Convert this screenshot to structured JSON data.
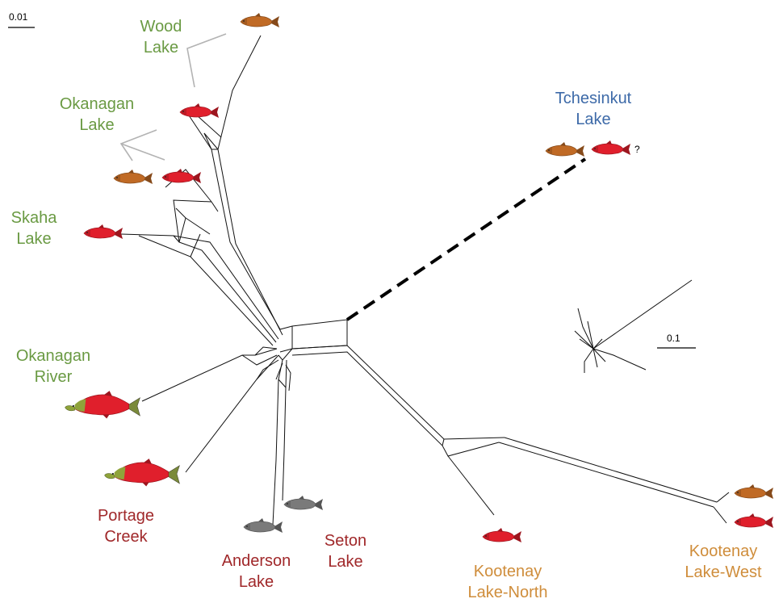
{
  "colors": {
    "green": "#6a9a43",
    "blue": "#3d6aa8",
    "darkred": "#a0282a",
    "orange": "#cf8d3b",
    "red_fish": "#e01f2c",
    "brown_fish": "#c06a25",
    "gray_fish": "#7a7a7a"
  },
  "scale_bars": {
    "main": "0.01",
    "inset": "0.1"
  },
  "unknown_marker": "?",
  "labels": [
    {
      "id": "wood",
      "lines": [
        "Wood",
        "Lake"
      ],
      "color": "green"
    },
    {
      "id": "okanagan-lake",
      "lines": [
        "Okanagan",
        "Lake"
      ],
      "color": "green"
    },
    {
      "id": "skaha",
      "lines": [
        "Skaha",
        "Lake"
      ],
      "color": "green"
    },
    {
      "id": "okanagan-river",
      "lines": [
        "Okanagan",
        "River"
      ],
      "color": "green"
    },
    {
      "id": "tchesinkut",
      "lines": [
        "Tchesinkut",
        "Lake"
      ],
      "color": "blue"
    },
    {
      "id": "portage",
      "lines": [
        "Portage",
        "Creek"
      ],
      "color": "darkred"
    },
    {
      "id": "anderson",
      "lines": [
        "Anderson",
        "Lake"
      ],
      "color": "darkred"
    },
    {
      "id": "seton",
      "lines": [
        "Seton",
        "Lake"
      ],
      "color": "darkred"
    },
    {
      "id": "kootenay-north",
      "lines": [
        "Kootenay",
        "Lake-North"
      ],
      "color": "orange"
    },
    {
      "id": "kootenay-west",
      "lines": [
        "Kootenay",
        "Lake-West"
      ],
      "color": "orange"
    }
  ],
  "fish": [
    {
      "id": "wood-brown",
      "kind": "kokanee",
      "color": "brown_fish"
    },
    {
      "id": "wood-red",
      "kind": "kokanee",
      "color": "red_fish"
    },
    {
      "id": "okanagan-lake-brown",
      "kind": "kokanee",
      "color": "brown_fish"
    },
    {
      "id": "okanagan-lake-red",
      "kind": "kokanee",
      "color": "red_fish"
    },
    {
      "id": "skaha-red",
      "kind": "kokanee",
      "color": "red_fish"
    },
    {
      "id": "okanagan-river-sockeye",
      "kind": "sockeye",
      "color": "red_fish"
    },
    {
      "id": "portage-sockeye",
      "kind": "sockeye",
      "color": "red_fish"
    },
    {
      "id": "anderson-gray",
      "kind": "kokanee",
      "color": "gray_fish"
    },
    {
      "id": "seton-gray",
      "kind": "kokanee",
      "color": "gray_fish"
    },
    {
      "id": "tchesinkut-brown",
      "kind": "kokanee",
      "color": "brown_fish"
    },
    {
      "id": "tchesinkut-red",
      "kind": "kokanee",
      "color": "red_fish"
    },
    {
      "id": "kootenay-north-red",
      "kind": "kokanee",
      "color": "red_fish"
    },
    {
      "id": "kootenay-west-brown",
      "kind": "kokanee",
      "color": "brown_fish"
    },
    {
      "id": "kootenay-west-red",
      "kind": "kokanee",
      "color": "red_fish"
    }
  ]
}
